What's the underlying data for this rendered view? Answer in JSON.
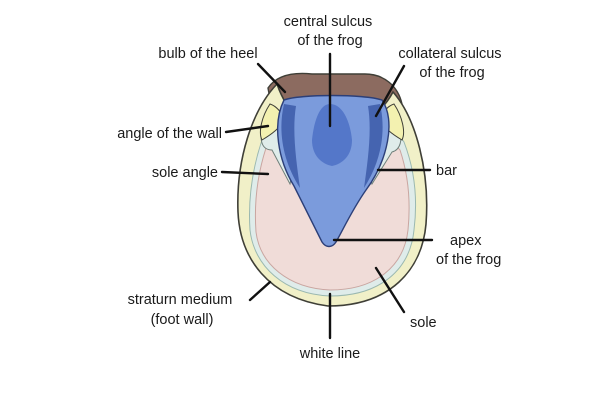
{
  "colors": {
    "wall_outer": "#f1f0c8",
    "wall_stroke": "#3f3f37",
    "white_line": "#dfecea",
    "sole": "#f0dcd8",
    "frog_light": "#7b9bdc",
    "frog_mid": "#5477c9",
    "frog_dark": "#3c5aa8",
    "heel_bulb": "#8c6b60"
  },
  "labels": {
    "central_sulcus": [
      "central sulcus",
      "of the frog"
    ],
    "bulb_heel": [
      "bulb of the heel"
    ],
    "collateral_sulcus": [
      "collateral sulcus",
      "of the frog"
    ],
    "angle_wall": [
      "angle of the wall"
    ],
    "sole_angle": [
      "sole angle"
    ],
    "bar": [
      "bar"
    ],
    "apex_frog": [
      "apex",
      "of the frog"
    ],
    "stratum_medium": [
      "straturn medium",
      "(foot wall)"
    ],
    "sole": [
      "sole"
    ],
    "white_line": [
      "white line"
    ]
  }
}
